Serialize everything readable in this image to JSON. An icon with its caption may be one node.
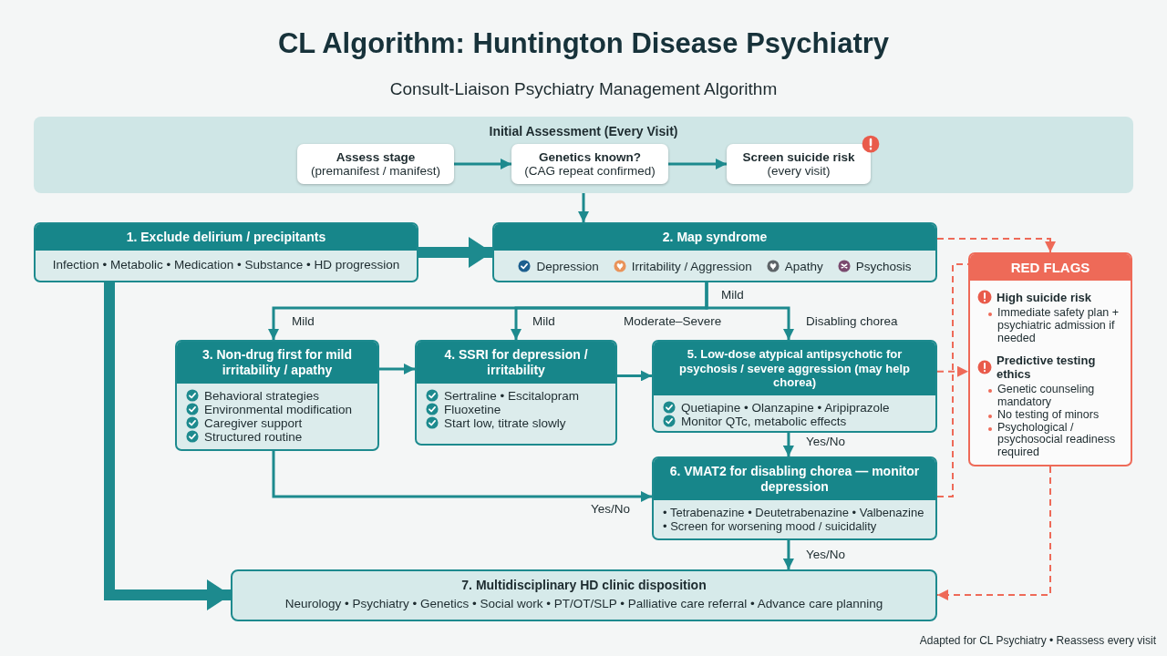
{
  "diagram": {
    "title": "CL Algorithm: Huntington Disease Psychiatry",
    "nodes": [
      {
        "text": [
          "Initial Assessment (Every Visit)"
        ]
      },
      {
        "text": [
          "Assess stage",
          "(premanifest / manifest)"
        ],
        "in": 0
      },
      {
        "text": [
          "Genetics known?",
          "(CAG repeat confirmed)"
        ],
        "in": 0
      },
      {
        "text": [
          "Screen suicide risk",
          "(every visit)"
        ],
        "in": 0
      },
      {
        "text": [
          "1. Exclude delirium / precipitants",
          "Infection • Metabolic • Medication • Substance • HD progression"
        ]
      },
      {
        "text": [
          "2. Map syndrome",
          "Depression",
          "Irritability / Aggression",
          "Apathy",
          "Psychosis"
        ]
      },
      {
        "text": [
          "RED FLAGS",
          "High suicide risk",
          "Immediate safety plan + psychiatric admission if needed",
          "Predictive testing ethics",
          "Genetic counseling mandatory",
          "No testing of minors",
          "Psychological / psychosocial readiness required"
        ]
      },
      {
        "text": [
          "3. Non-drug first for mild irritability / apathy",
          "Behavioral strategies",
          "Environmental modification",
          "Caregiver support",
          "Structured routine"
        ]
      },
      {
        "text": [
          "4. SSRI for depression / irritability",
          "Sertraline • Escitalopram",
          "Fluoxetine",
          "Start low, titrate slowly"
        ]
      },
      {
        "text": [
          "5. Low-dose atypical antipsychotic for psychosis / severe aggression (may help chorea)",
          "Quetiapine • Olanzapine • Aripiprazole",
          "Monitor QTc, metabolic effects"
        ]
      },
      {
        "text": [
          "6. VMAT2 for disabling chorea — monitor depression",
          "• Tetrabenazine • Deutetrabenazine • Valbenazine",
          "• Screen for worsening mood / suicidality"
        ]
      },
      {
        "text": [
          "7. Multidisciplinary HD clinic disposition",
          "Neurology • Psychiatry • Genetics • Social work • PT/OT/SLP • Palliative care referral • Advance care planning"
        ]
      }
    ],
    "edges": [
      {
        "from": 1,
        "to": 2,
        "arrow": "to"
      },
      {
        "from": 2,
        "to": 3,
        "arrow": "to"
      },
      {
        "from": 0,
        "to": 5,
        "arrow": "to"
      },
      {
        "from": 4,
        "to": 5,
        "arrow": "to",
        "style": "thick"
      },
      {
        "from": 4,
        "to": 11,
        "arrow": "to",
        "style": "thick"
      },
      {
        "from": 5,
        "to": 7,
        "arrow": "to",
        "label": "Mild"
      },
      {
        "from": 5,
        "to": 8,
        "arrow": "to",
        "label": "Mild"
      },
      {
        "from": 5,
        "to": 9,
        "arrow": "to",
        "label": "Disabling chorea"
      },
      {
        "from": 7,
        "to": 8,
        "arrow": "to"
      },
      {
        "from": 8,
        "to": 9,
        "arrow": "to"
      },
      {
        "from": 9,
        "to": 10,
        "arrow": "to",
        "label": "Yes/No"
      },
      {
        "from": 7,
        "to": 10,
        "arrow": "to",
        "label": "Yes/No"
      },
      {
        "from": 10,
        "to": 11,
        "arrow": "to",
        "label": "Yes/No"
      },
      {
        "from": 5,
        "to": 6,
        "arrow": "to",
        "style": "dashed",
        "color": "#ee6a58"
      },
      {
        "from": 9,
        "to": 6,
        "arrow": "to",
        "style": "dashed",
        "color": "#ee6a58"
      },
      {
        "from": 10,
        "to": 6,
        "arrow": "none",
        "style": "dashed",
        "color": "#ee6a58"
      },
      {
        "from": 6,
        "to": 11,
        "arrow": "to",
        "style": "dashed",
        "color": "#ee6a58"
      }
    ],
    "labels": [
      "Consult-Liaison Psychiatry Management Algorithm",
      "Mild",
      "Moderate–Severe",
      "Adapted for CL Psychiatry • Reassess every visit"
    ]
  }
}
